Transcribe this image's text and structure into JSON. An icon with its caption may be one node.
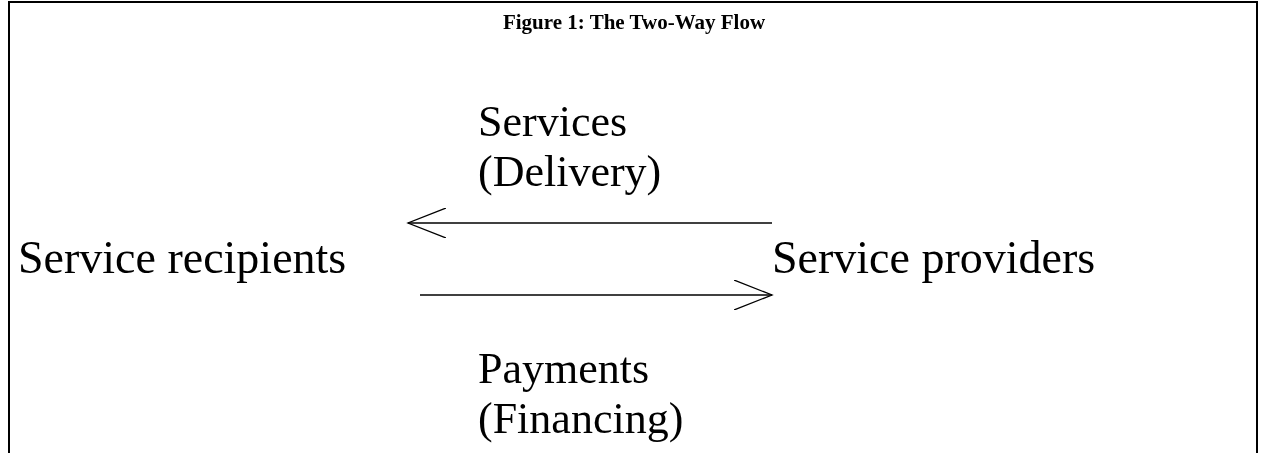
{
  "diagram": {
    "title": "Figure 1: The Two-Way Flow",
    "nodes": [
      {
        "text": [
          "Service recipients"
        ]
      },
      {
        "text": [
          "Service providers"
        ]
      }
    ],
    "edges": [
      {
        "from": 1,
        "to": 0,
        "arrow": "to",
        "label": "Services (Delivery)"
      },
      {
        "from": 0,
        "to": 1,
        "arrow": "to",
        "label": "Payments (Financing)"
      }
    ]
  }
}
